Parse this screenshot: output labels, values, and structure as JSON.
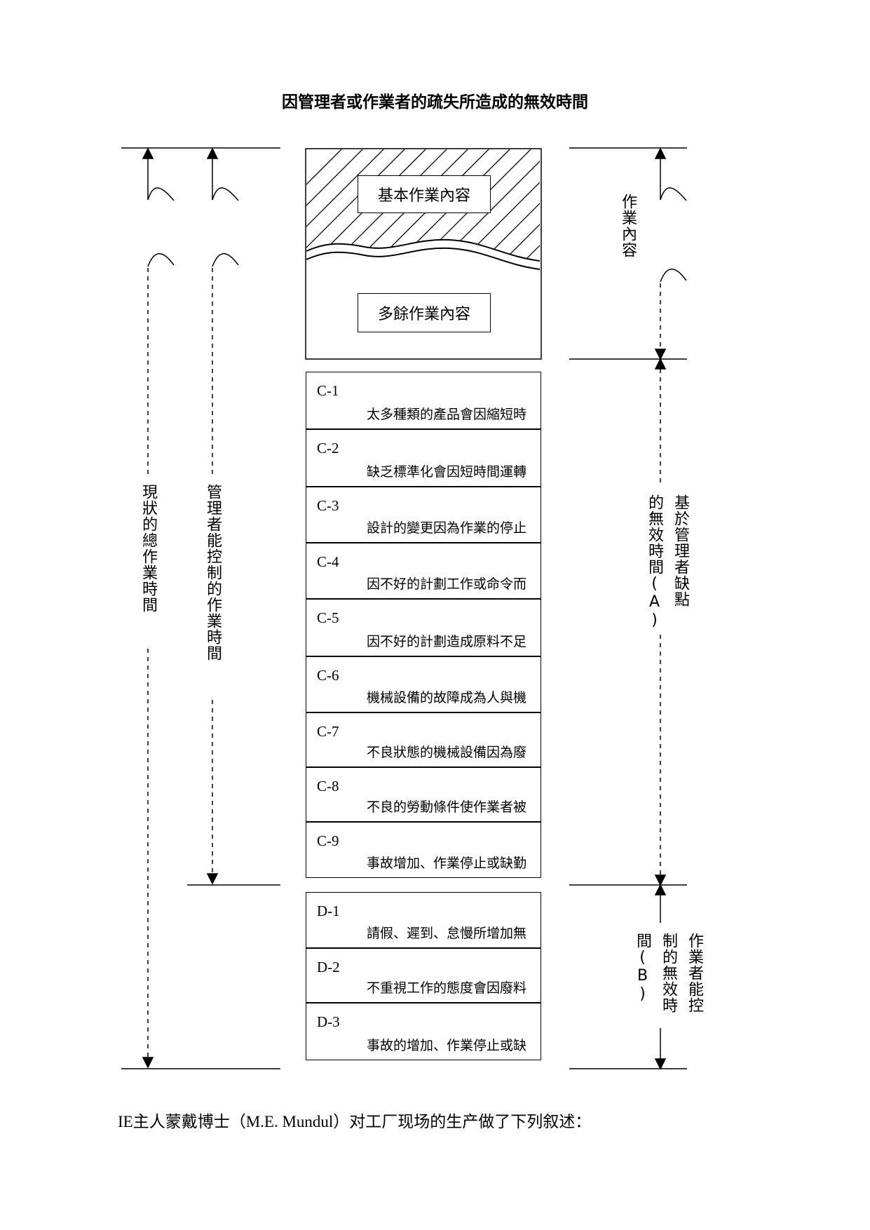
{
  "title": "因管理者或作業者的疏失所造成的無效時間",
  "top_block": {
    "basic_label": "基本作業內容",
    "extra_label": "多餘作業內容"
  },
  "items": [
    {
      "code": "C-1",
      "text": "太多種類的產品會因縮短時"
    },
    {
      "code": "C-2",
      "text": "缺乏標準化會因短時間運轉"
    },
    {
      "code": "C-3",
      "text": "設計的變更因為作業的停止"
    },
    {
      "code": "C-4",
      "text": "因不好的計劃工作或命令而"
    },
    {
      "code": "C-5",
      "text": "因不好的計劃造成原料不足"
    },
    {
      "code": "C-6",
      "text": "機械設備的故障成為人與機"
    },
    {
      "code": "C-7",
      "text": "不良狀態的機械設備因為廢"
    },
    {
      "code": "C-8",
      "text": "不良的勞動條件使作業者被"
    },
    {
      "code": "C-9",
      "text": "事故增加、作業停止或缺勤"
    },
    {
      "code": "D-1",
      "text": "請假、遲到、怠慢所增加無"
    },
    {
      "code": "D-2",
      "text": "不重視工作的態度會因廢料"
    },
    {
      "code": "D-3",
      "text": "事故的增加、作業停止或缺"
    }
  ],
  "left_labels": {
    "total_time": "現狀的總作業時間",
    "manager_controllable": "管理者能控制的作業時間"
  },
  "right_labels": {
    "work_content": "作業內容",
    "manager_a_line1": "基於管理者缺點",
    "manager_a_line2": "的無效時間(A)",
    "worker_b_line1": "作業者能控",
    "worker_b_line2": "制的無效時",
    "worker_b_line3": "間(B)"
  },
  "footer": "IE主人蒙戴博士（M.E. Mundul）对工厂现场的生产做了下列叙述："
}
